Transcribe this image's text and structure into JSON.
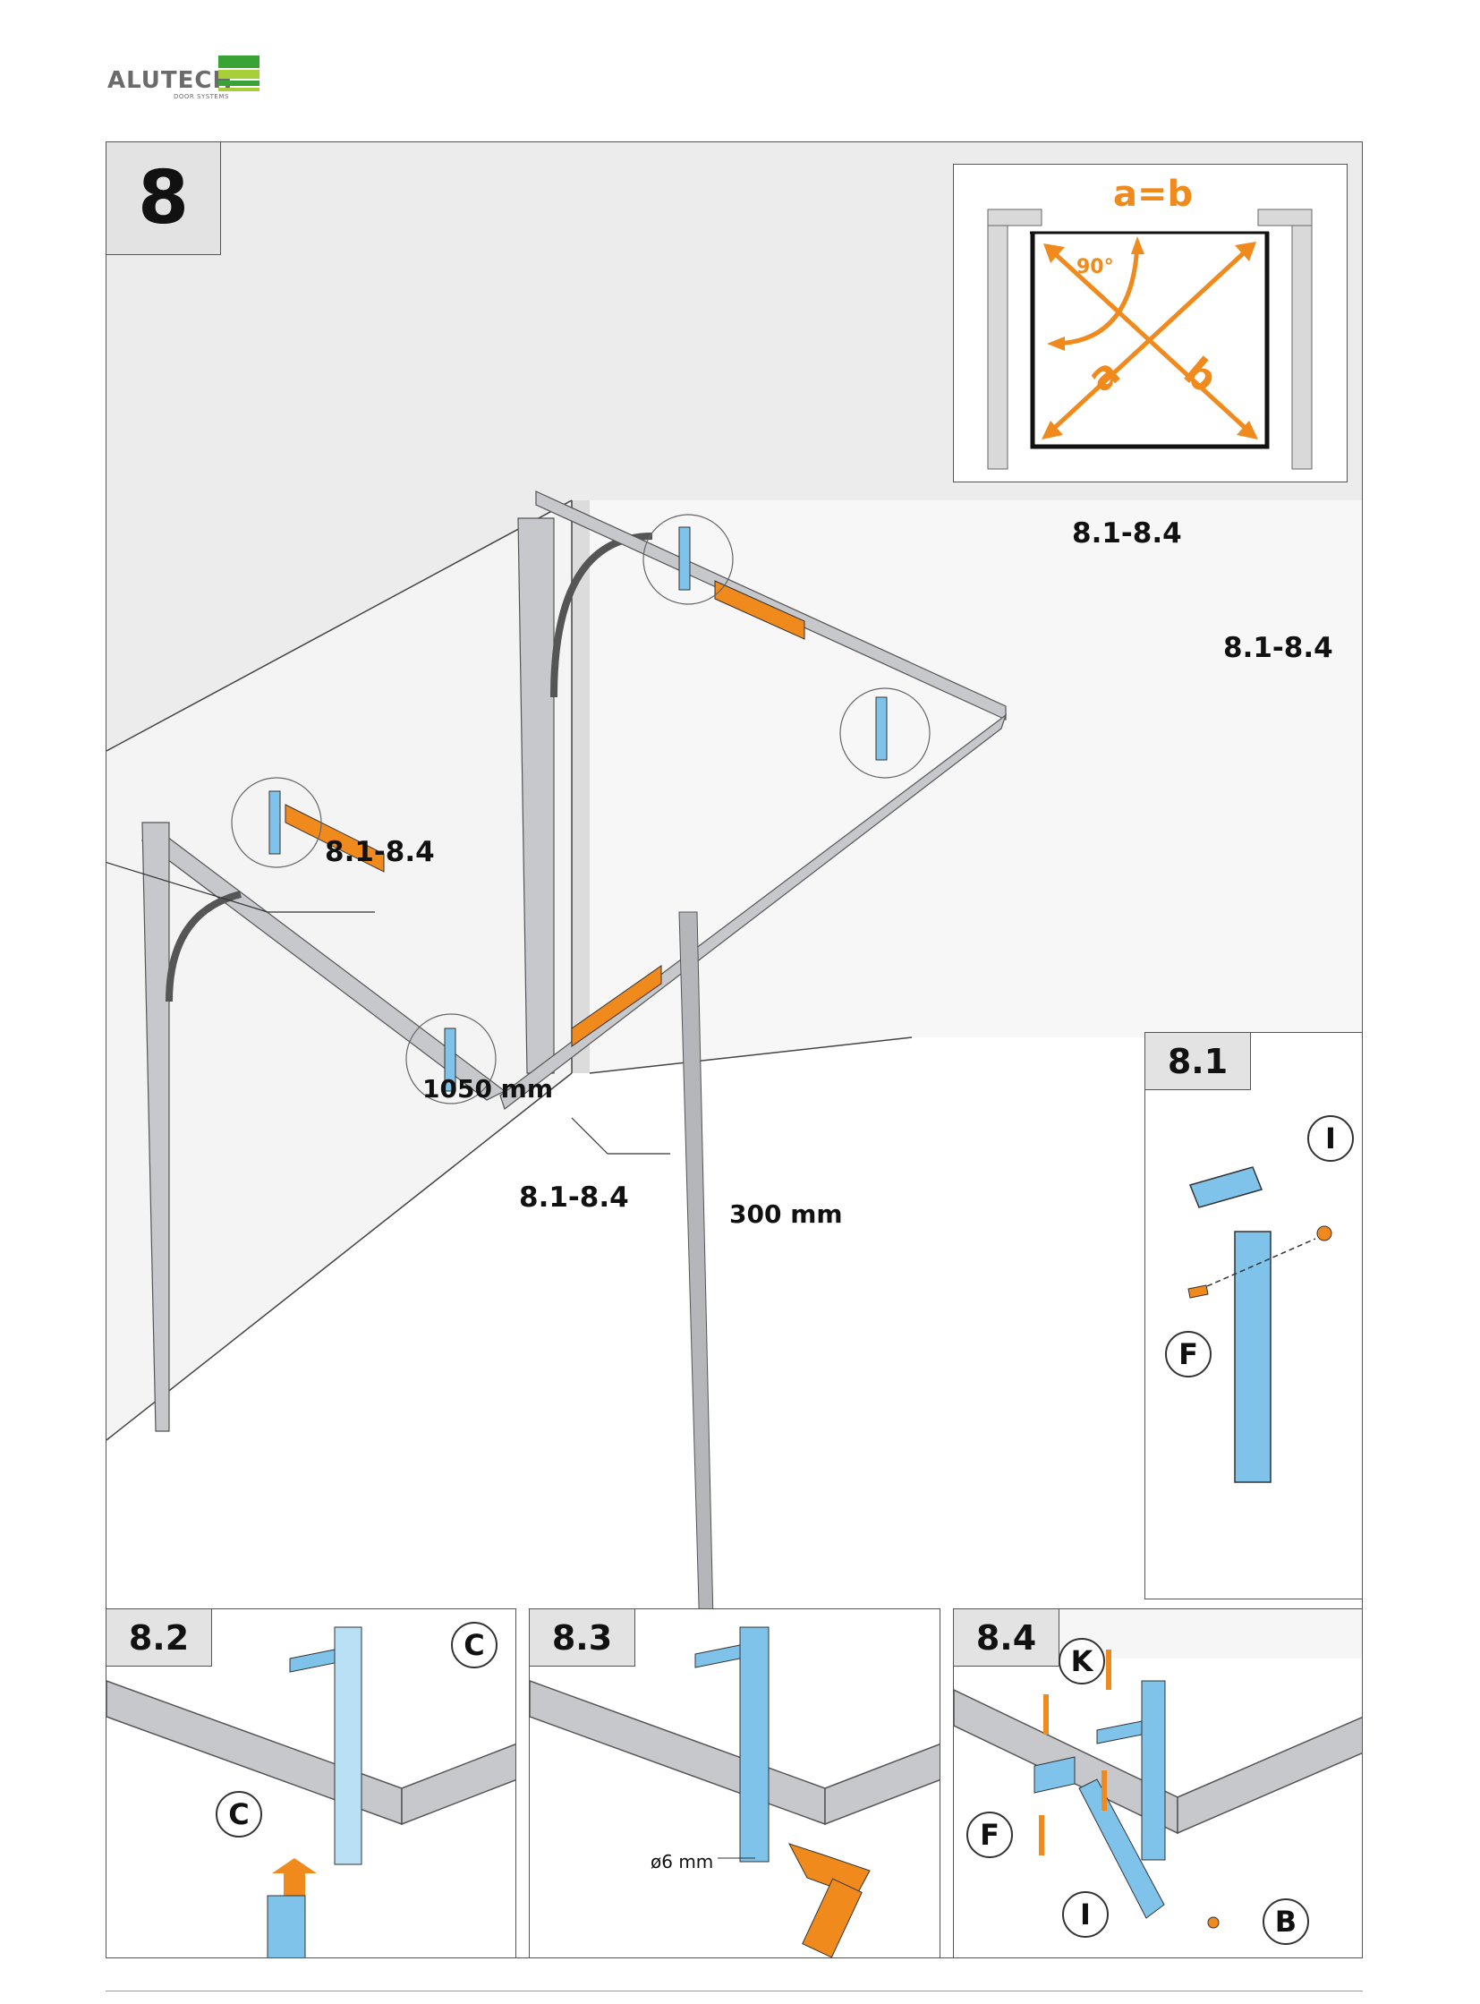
{
  "brand": {
    "name": "ALUTECH",
    "tagline": "DOOR SYSTEMS",
    "colors": {
      "green_dark": "#3aa335",
      "green_light": "#a6cf3a",
      "text": "#6b6b6b"
    }
  },
  "step": {
    "number": "8"
  },
  "diagonal_check": {
    "equation": "a=b",
    "angle": "90°",
    "label_a": "a",
    "label_b": "b",
    "color": "#f08a1c"
  },
  "callouts": {
    "top_right_1": "8.1-8.4",
    "top_right_2": "8.1-8.4",
    "left": "8.1-8.4",
    "center": "8.1-8.4"
  },
  "dimensions": {
    "d1": "1050 mm",
    "d2": "300 mm"
  },
  "substeps": {
    "s81": {
      "title": "8.1",
      "parts": [
        "I",
        "F"
      ]
    },
    "s82": {
      "title": "8.2",
      "parts": [
        "C",
        "C"
      ]
    },
    "s83": {
      "title": "8.3",
      "drill": "ø6 mm"
    },
    "s84": {
      "title": "8.4",
      "parts": [
        "K",
        "F",
        "I",
        "B"
      ]
    }
  },
  "colors": {
    "bracket_blue": "#7fc3ea",
    "level_orange": "#f08a1c",
    "rail_gray": "#c7c8cc",
    "wall_gray": "#ececec"
  }
}
